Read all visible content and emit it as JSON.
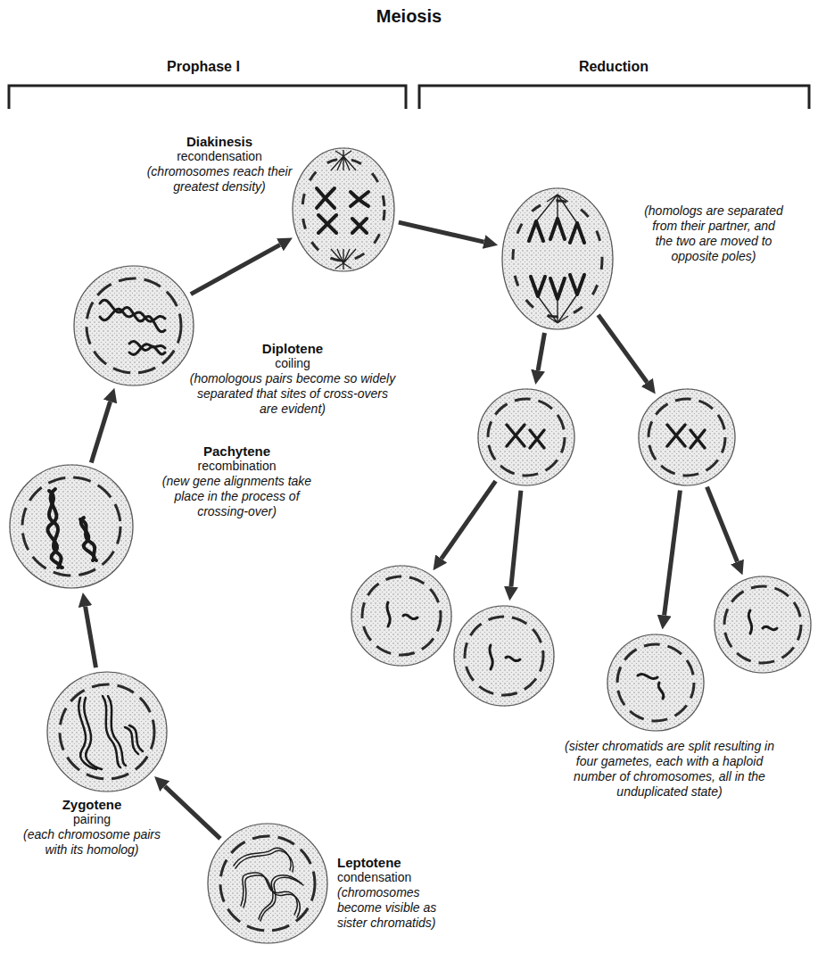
{
  "diagram": {
    "title": "Meiosis",
    "nodes": [
      {
        "text": [
          "Leptotene",
          "condensation",
          "(chromosomes become visible as sister chromatids)"
        ]
      },
      {
        "text": [
          "Zygotene",
          "pairing",
          "(each chromosome pairs with its homolog)"
        ]
      },
      {
        "text": [
          "Pachytene",
          "recombination",
          "(new gene alignments take place in the process of crossing-over)"
        ]
      },
      {
        "text": [
          "Diplotene",
          "coiling",
          "(homologous pairs become so widely separated that sites of cross-overs are evident)"
        ]
      },
      {
        "text": [
          "Diakinesis",
          "recondensation",
          "(chromosomes reach their greatest density)"
        ]
      },
      {
        "text": [
          "(homologs are separated from their partner, and the two are moved to opposite poles)"
        ]
      },
      {
        "text": []
      },
      {
        "text": []
      },
      {
        "text": []
      },
      {
        "text": []
      },
      {
        "text": []
      },
      {
        "text": []
      }
    ],
    "edges": [
      {
        "from": 0,
        "to": 1,
        "arrow": "to"
      },
      {
        "from": 1,
        "to": 2,
        "arrow": "to"
      },
      {
        "from": 2,
        "to": 3,
        "arrow": "to"
      },
      {
        "from": 3,
        "to": 4,
        "arrow": "to"
      },
      {
        "from": 4,
        "to": 5,
        "arrow": "to"
      },
      {
        "from": 5,
        "to": 6,
        "arrow": "to"
      },
      {
        "from": 5,
        "to": 7,
        "arrow": "to"
      },
      {
        "from": 6,
        "to": 8,
        "arrow": "to"
      },
      {
        "from": 6,
        "to": 9,
        "arrow": "to"
      },
      {
        "from": 7,
        "to": 10,
        "arrow": "to"
      },
      {
        "from": 7,
        "to": 11,
        "arrow": "to"
      }
    ],
    "labels": [
      "Prophase I",
      "Reduction",
      "(sister chromatids are split resulting in four gametes, each with a haploid number of chromosomes, all in the unduplicated state)"
    ]
  }
}
